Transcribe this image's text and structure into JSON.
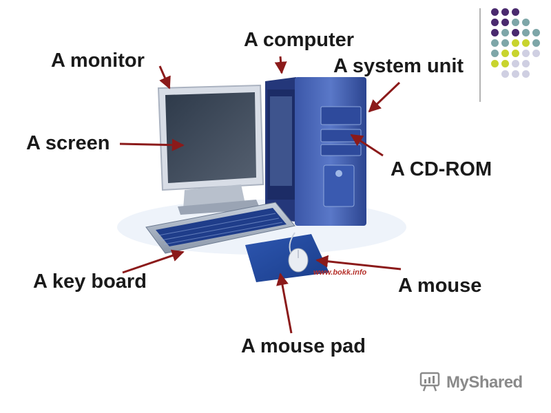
{
  "labels": {
    "monitor": "A monitor",
    "computer": "A computer",
    "system_unit": "A system unit",
    "screen": "A screen",
    "cd_rom": "A CD-ROM",
    "key_board": "A key board",
    "mouse": "A mouse",
    "mouse_pad": "A mouse pad"
  },
  "watermark_url": "www.bokk.info",
  "brand": {
    "name": "MyShared"
  },
  "colors": {
    "arrow": "#8b1a1a",
    "label_text": "#1a1a1a",
    "dot_purple": "#4a2a6e",
    "dot_teal": "#7ea6a8",
    "dot_lime": "#c8d42e",
    "dot_lavender": "#cfcfe2",
    "divider": "#9a9a9a"
  },
  "icons": [
    "myshared-logo-icon"
  ]
}
